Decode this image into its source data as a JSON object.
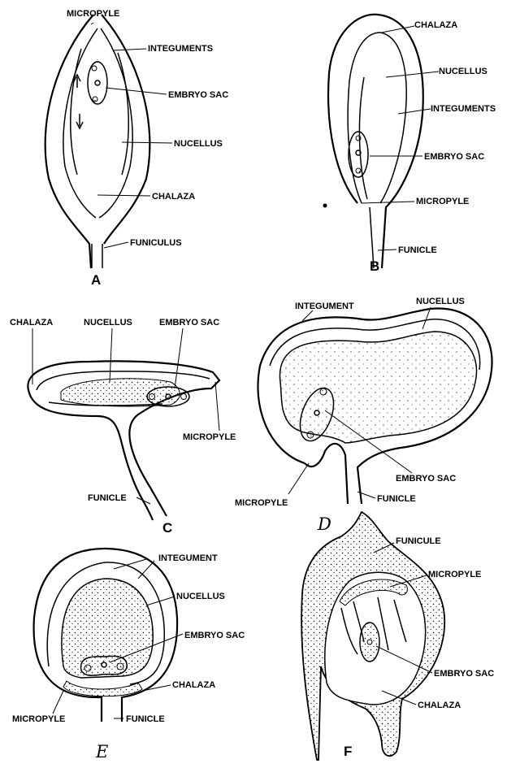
{
  "A": {
    "letter": "A",
    "micropyle": "MICROPYLE",
    "integuments": "INTEGUMENTS",
    "embryo_sac": "EMBRYO SAC",
    "nucellus": "NUCELLUS",
    "chalaza": "CHALAZA",
    "funiculus": "FUNICULUS"
  },
  "B": {
    "letter": "B",
    "chalaza": "CHALAZA",
    "nucellus": "NUCELLUS",
    "integuments": "INTEGUMENTS",
    "embryo_sac": "EMBRYO SAC",
    "micropyle": "MICROPYLE",
    "funicle": "FUNICLE"
  },
  "C": {
    "letter": "C",
    "chalaza": "CHALAZA",
    "nucellus": "NUCELLUS",
    "embryo_sac": "EMBRYO SAC",
    "micropyle": "MICROPYLE",
    "funicle": "FUNICLE"
  },
  "D": {
    "letter": "D",
    "integument": "INTEGUMENT",
    "nucellus": "NUCELLUS",
    "embryo_sac": "EMBRYO SAC",
    "micropyle": "MICROPYLE",
    "funicle": "FUNICLE"
  },
  "E": {
    "letter": "E",
    "integument": "INTEGUMENT",
    "nucellus": "NUCELLUS",
    "embryo_sac": "EMBRYO SAC",
    "chalaza": "CHALAZA",
    "micropyle": "MICROPYLE",
    "funicle": "FUNICLE"
  },
  "F": {
    "letter": "F",
    "funicule": "FUNICULE",
    "micropyle": "MICROPYLE",
    "embryo_sac": "EMBRYO SAC",
    "chalaza": "CHALAZA"
  }
}
